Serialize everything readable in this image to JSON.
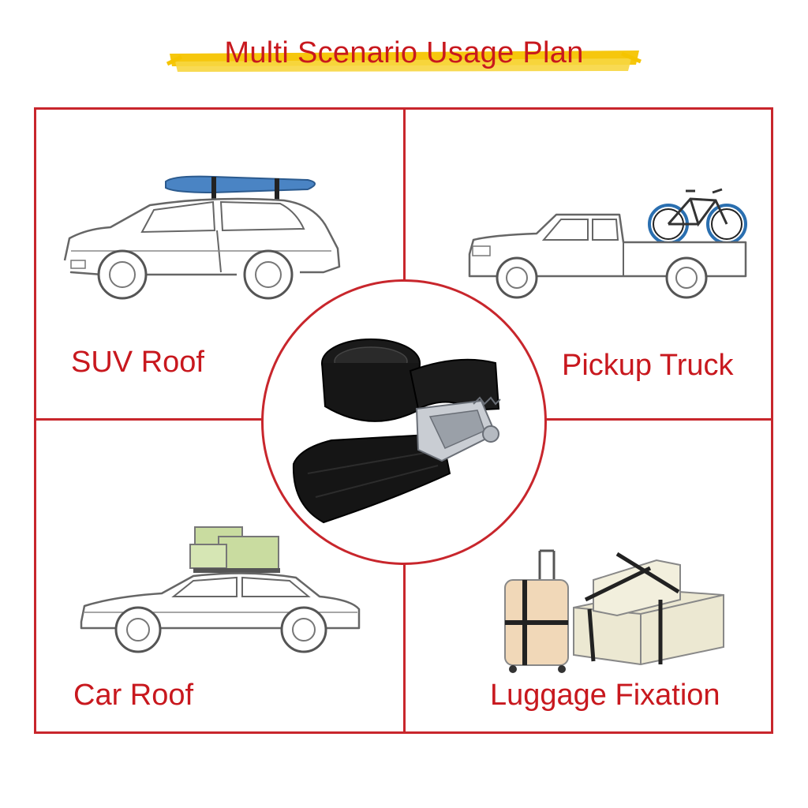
{
  "title": "Multi Scenario Usage Plan",
  "panels": {
    "suv": {
      "label": "SUV Roof"
    },
    "pickup": {
      "label": "Pickup Truck"
    },
    "car": {
      "label": "Car Roof"
    },
    "luggage": {
      "label": "Luggage Fixation"
    }
  },
  "colors": {
    "accent_red": "#c8181e",
    "border_red": "#c8262c",
    "highlight_yellow": "#f5c400",
    "surfboard_blue": "#4a84c4",
    "cargo_green": "#c9dca0",
    "box_beige": "#ece8d2"
  },
  "icons": [
    "suv-with-surfboard-icon",
    "pickup-truck-with-bicycle-icon",
    "sedan-with-roof-cargo-icon",
    "luggage-and-boxes-icon",
    "cam-buckle-strap-icon"
  ]
}
